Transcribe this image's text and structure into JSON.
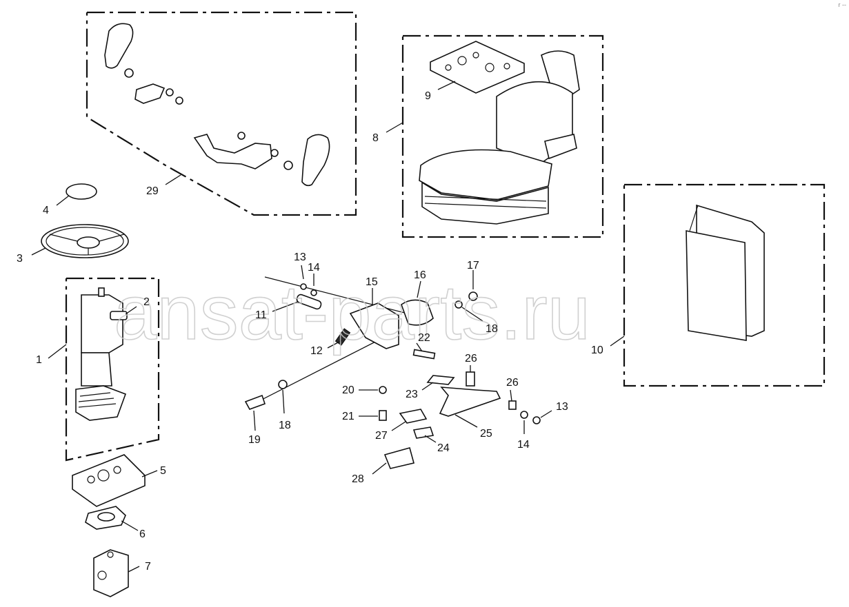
{
  "watermark": "ansat-parts.ru",
  "corner_mark": "r --",
  "callouts": [
    {
      "id": "c1",
      "label": "1"
    },
    {
      "id": "c2",
      "label": "2"
    },
    {
      "id": "c3",
      "label": "3"
    },
    {
      "id": "c4",
      "label": "4"
    },
    {
      "id": "c5",
      "label": "5"
    },
    {
      "id": "c6",
      "label": "6"
    },
    {
      "id": "c7",
      "label": "7"
    },
    {
      "id": "c8",
      "label": "8"
    },
    {
      "id": "c9",
      "label": "9"
    },
    {
      "id": "c10",
      "label": "10"
    },
    {
      "id": "c11",
      "label": "11"
    },
    {
      "id": "c12",
      "label": "12"
    },
    {
      "id": "c13a",
      "label": "13"
    },
    {
      "id": "c13b",
      "label": "13"
    },
    {
      "id": "c14a",
      "label": "14"
    },
    {
      "id": "c14b",
      "label": "14"
    },
    {
      "id": "c15",
      "label": "15"
    },
    {
      "id": "c16",
      "label": "16"
    },
    {
      "id": "c17",
      "label": "17"
    },
    {
      "id": "c18a",
      "label": "18"
    },
    {
      "id": "c18b",
      "label": "18"
    },
    {
      "id": "c19",
      "label": "19"
    },
    {
      "id": "c20",
      "label": "20"
    },
    {
      "id": "c21",
      "label": "21"
    },
    {
      "id": "c22",
      "label": "22"
    },
    {
      "id": "c23",
      "label": "23"
    },
    {
      "id": "c24",
      "label": "24"
    },
    {
      "id": "c25",
      "label": "25"
    },
    {
      "id": "c26a",
      "label": "26"
    },
    {
      "id": "c26b",
      "label": "26"
    },
    {
      "id": "c27",
      "label": "27"
    },
    {
      "id": "c28",
      "label": "28"
    },
    {
      "id": "c29",
      "label": "29"
    }
  ]
}
